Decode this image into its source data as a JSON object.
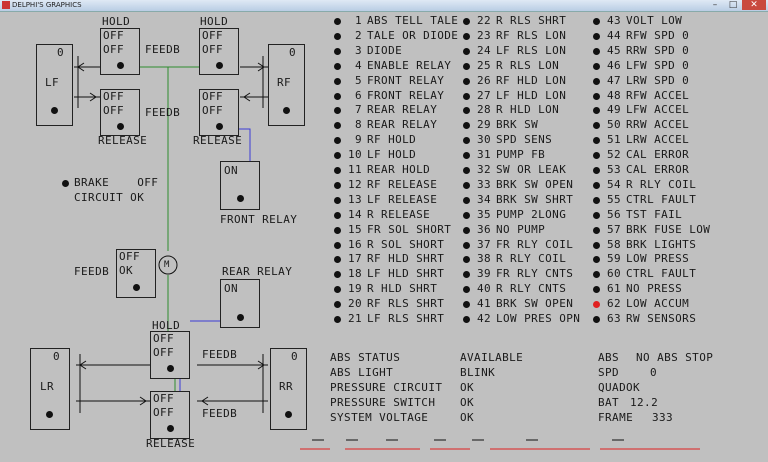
{
  "window": {
    "title": "DELPHI'S GRAPHICS"
  },
  "diagram": {
    "hold_label": "HOLD",
    "release_label": "RELEASE",
    "feedb_label": "FEEDB",
    "off": "OFF",
    "on": "ON",
    "ok": "OK",
    "zero": "0",
    "motor": "M",
    "lf": "LF",
    "rf": "RF",
    "lr": "LR",
    "rr": "RR",
    "brake_circuit": "BRAKE    OFF",
    "circuit_ok": "CIRCUIT OK",
    "front_relay": "FRONT RELAY",
    "rear_relay": "REAR RELAY"
  },
  "codes": [
    {
      "n": "1",
      "label": "ABS TELL TALE",
      "red": false
    },
    {
      "n": "2",
      "label": "TALE OR DIODE",
      "red": false
    },
    {
      "n": "3",
      "label": "DIODE",
      "red": false
    },
    {
      "n": "4",
      "label": "ENABLE RELAY",
      "red": false
    },
    {
      "n": "5",
      "label": "FRONT RELAY",
      "red": false
    },
    {
      "n": "6",
      "label": "FRONT RELAY",
      "red": false
    },
    {
      "n": "7",
      "label": "REAR RELAY",
      "red": false
    },
    {
      "n": "8",
      "label": "REAR RELAY",
      "red": false
    },
    {
      "n": "9",
      "label": "RF HOLD",
      "red": false
    },
    {
      "n": "10",
      "label": "LF HOLD",
      "red": false
    },
    {
      "n": "11",
      "label": "REAR HOLD",
      "red": false
    },
    {
      "n": "12",
      "label": "RF RELEASE",
      "red": false
    },
    {
      "n": "13",
      "label": "LF RELEASE",
      "red": false
    },
    {
      "n": "14",
      "label": "R RELEASE",
      "red": false
    },
    {
      "n": "15",
      "label": "FR SOL SHORT",
      "red": false
    },
    {
      "n": "16",
      "label": "R SOL SHORT",
      "red": false
    },
    {
      "n": "17",
      "label": "RF HLD SHRT",
      "red": false
    },
    {
      "n": "18",
      "label": "LF HLD SHRT",
      "red": false
    },
    {
      "n": "19",
      "label": "R HLD SHRT",
      "red": false
    },
    {
      "n": "20",
      "label": "RF RLS SHRT",
      "red": false
    },
    {
      "n": "21",
      "label": "LF RLS SHRT",
      "red": false
    },
    {
      "n": "22",
      "label": "R RLS SHRT",
      "red": false
    },
    {
      "n": "23",
      "label": "RF RLS LON",
      "red": false
    },
    {
      "n": "24",
      "label": "LF RLS LON",
      "red": false
    },
    {
      "n": "25",
      "label": "R RLS LON",
      "red": false
    },
    {
      "n": "26",
      "label": "RF HLD LON",
      "red": false
    },
    {
      "n": "27",
      "label": "LF HLD LON",
      "red": false
    },
    {
      "n": "28",
      "label": "R HLD LON",
      "red": false
    },
    {
      "n": "29",
      "label": "BRK SW",
      "red": false
    },
    {
      "n": "30",
      "label": "SPD SENS",
      "red": false
    },
    {
      "n": "31",
      "label": "PUMP FB",
      "red": false
    },
    {
      "n": "32",
      "label": "SW OR LEAK",
      "red": false
    },
    {
      "n": "33",
      "label": "BRK SW OPEN",
      "red": false
    },
    {
      "n": "34",
      "label": "BRK SW SHRT",
      "red": false
    },
    {
      "n": "35",
      "label": "PUMP 2LONG",
      "red": false
    },
    {
      "n": "36",
      "label": "NO PUMP",
      "red": false
    },
    {
      "n": "37",
      "label": "FR RLY COIL",
      "red": false
    },
    {
      "n": "38",
      "label": "R RLY COIL",
      "red": false
    },
    {
      "n": "39",
      "label": "FR RLY CNTS",
      "red": false
    },
    {
      "n": "40",
      "label": "R RLY CNTS",
      "red": false
    },
    {
      "n": "41",
      "label": "BRK SW OPEN",
      "red": false
    },
    {
      "n": "42",
      "label": "LOW PRES OPN",
      "red": false
    },
    {
      "n": "43",
      "label": "VOLT LOW",
      "red": false
    },
    {
      "n": "44",
      "label": "RFW SPD 0",
      "red": false
    },
    {
      "n": "45",
      "label": "RRW SPD 0",
      "red": false
    },
    {
      "n": "46",
      "label": "LFW SPD 0",
      "red": false
    },
    {
      "n": "47",
      "label": "LRW SPD 0",
      "red": false
    },
    {
      "n": "48",
      "label": "RFW ACCEL",
      "red": false
    },
    {
      "n": "49",
      "label": "LFW ACCEL",
      "red": false
    },
    {
      "n": "50",
      "label": "RRW ACCEL",
      "red": false
    },
    {
      "n": "51",
      "label": "LRW ACCEL",
      "red": false
    },
    {
      "n": "52",
      "label": "CAL ERROR",
      "red": false
    },
    {
      "n": "53",
      "label": "CAL ERROR",
      "red": false
    },
    {
      "n": "54",
      "label": "R RLY COIL",
      "red": false
    },
    {
      "n": "55",
      "label": "CTRL FAULT",
      "red": false
    },
    {
      "n": "56",
      "label": "TST FAIL",
      "red": false
    },
    {
      "n": "57",
      "label": "BRK FUSE LOW",
      "red": false
    },
    {
      "n": "58",
      "label": "BRK LIGHTS",
      "red": false
    },
    {
      "n": "59",
      "label": "LOW PRESS",
      "red": false
    },
    {
      "n": "60",
      "label": "CTRL FAULT",
      "red": false
    },
    {
      "n": "61",
      "label": "NO PRESS",
      "red": false
    },
    {
      "n": "62",
      "label": "LOW ACCUM",
      "red": true
    },
    {
      "n": "63",
      "label": "RW SENSORS",
      "red": false
    }
  ],
  "status": {
    "rows": [
      {
        "label": "ABS STATUS",
        "value": "AVAILABLE"
      },
      {
        "label": "ABS LIGHT",
        "value": "BLINK"
      },
      {
        "label": "PRESSURE CIRCUIT",
        "value": "OK"
      },
      {
        "label": "PRESSURE SWITCH",
        "value": "OK"
      },
      {
        "label": "SYSTEM VOLTAGE",
        "value": "OK"
      }
    ],
    "right": [
      {
        "label": "ABS",
        "value": "NO ABS STOP"
      },
      {
        "label": "SPD",
        "value": "0"
      },
      {
        "label": "QUAD",
        "value": "OK"
      },
      {
        "label": "BAT",
        "value": "12.2"
      },
      {
        "label": "FRAME",
        "value": "333"
      }
    ]
  },
  "colors": {
    "green": "#2e8b2e",
    "blue": "#3b3bd6",
    "red": "#e02020",
    "bg": "#c0c0c0"
  }
}
